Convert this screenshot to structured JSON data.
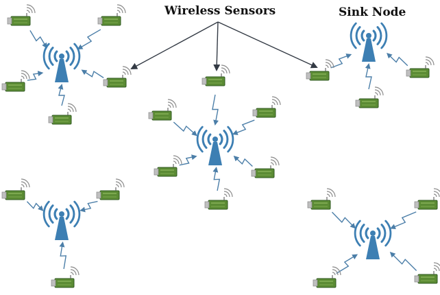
{
  "labels": {
    "wireless_sensors": "Wireless Sensors",
    "sink_node": "Sink Node"
  },
  "colors": {
    "tower": "#3d7fb3",
    "wave": "#3d7fb3",
    "link": "#4b7ea8",
    "sensor_board": "#5b8b34",
    "sensor_board_dark": "#2f5a20",
    "sensor_cap": "#bfbfbf",
    "sensor_signal": "#8a8a8a",
    "arrow": "#333a44"
  },
  "clusters": [
    {
      "id": "top-left",
      "sensors": [
        "upper-left",
        "upper-right",
        "left",
        "right",
        "bottom"
      ]
    },
    {
      "id": "center",
      "sensors": [
        "top",
        "upper-left",
        "upper-right",
        "left",
        "right",
        "bottom"
      ]
    },
    {
      "id": "top-right",
      "sensors": [
        "left",
        "right",
        "bottom"
      ]
    },
    {
      "id": "bottom-left",
      "sensors": [
        "upper-left",
        "upper-right",
        "bottom"
      ]
    },
    {
      "id": "bottom-right",
      "sensors": [
        "upper-left",
        "upper-right",
        "lower-left",
        "lower-right"
      ]
    }
  ],
  "icons": {
    "tower": "sink-node-antenna-icon",
    "sensor": "wireless-sensor-icon",
    "link": "radio-link-icon"
  }
}
